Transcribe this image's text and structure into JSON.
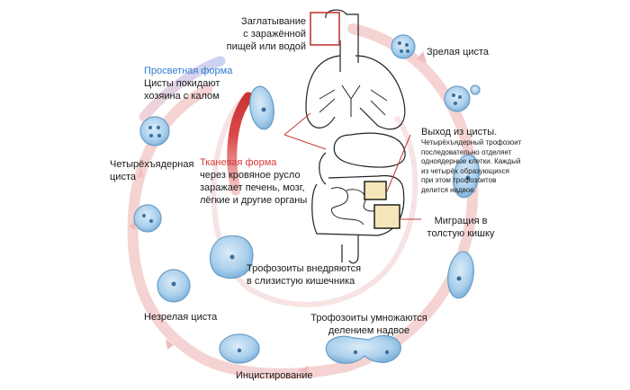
{
  "labels": {
    "ingestion": [
      "Заглатывание",
      "с заражённой",
      "пищей или водой"
    ],
    "mature_cyst": "Зрелая циста",
    "excystation_title": "Выход из цисты.",
    "excystation_text": [
      "Четырёхъядерный трофозоит",
      "последовательно отделяет",
      "одноядерные клетки. Каждый",
      "из четырёх образующихся",
      "при этом трофозоитов",
      "делится надвое."
    ],
    "migration": [
      "Миграция в",
      "толстую кишку"
    ],
    "multiply": [
      "Трофозоиты умножаются",
      "делением надвое"
    ],
    "encystation": "Инцистирование",
    "immature_cyst": "Незрелая циста",
    "four_nucleus_cyst": [
      "Четырёхъядерная",
      "циста"
    ],
    "luminal_title": "Просветная форма",
    "luminal_text": [
      "Цисты покидают",
      "хозяина с калом"
    ],
    "tissue_title": "Тканевая форма",
    "tissue_text": [
      "через кровяное русло",
      "заражает печень, мозг,",
      "лёгкие и другие органы"
    ],
    "invade": [
      "Трофозоиты внедряются",
      "в слизистую кишечника"
    ]
  },
  "colors": {
    "cycle_arrow": "#f3cccc",
    "tissue_arrow": "#d44848",
    "luminal_arrow": "#cfd6f0",
    "cell_fill": "#aed3ee",
    "cell_stroke": "#6a9ec7",
    "highlight_box": "#c23b3b"
  }
}
